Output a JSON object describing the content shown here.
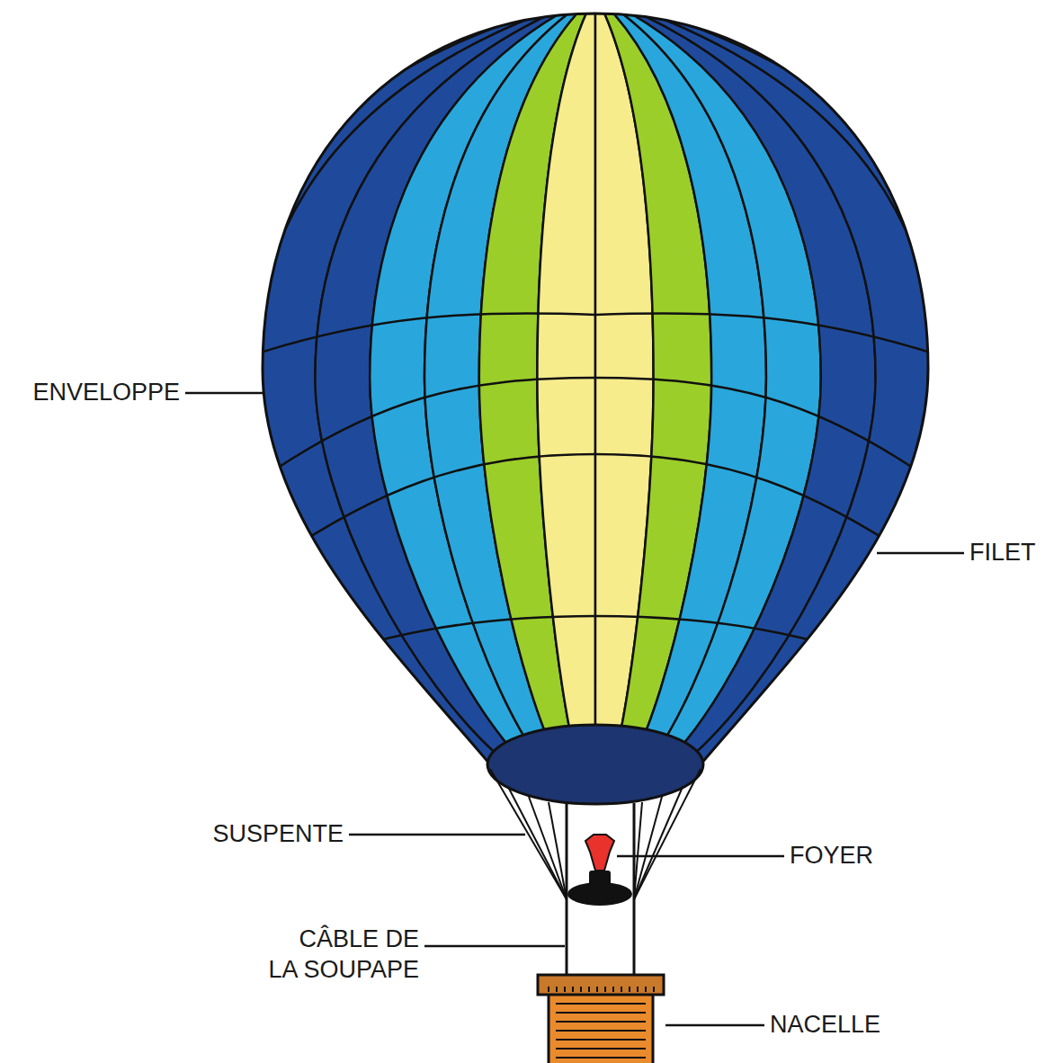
{
  "diagram": {
    "labels": [
      "ENVELOPPE",
      "FILET",
      "SUSPENTE",
      "FOYER",
      "CÂBLE DE LA SOUPAPE",
      "NACELLE"
    ]
  }
}
